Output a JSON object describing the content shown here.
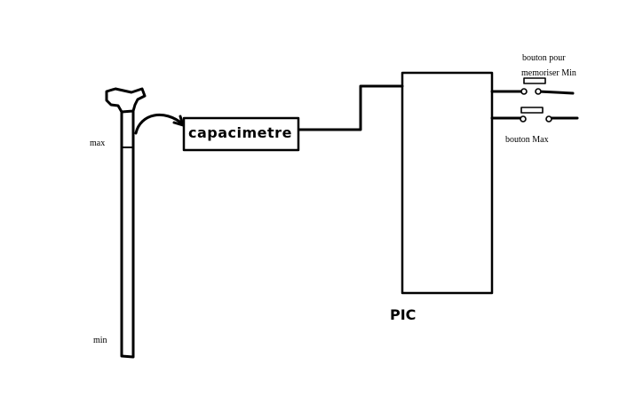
{
  "labels": {
    "capacimetre": "capacimetre",
    "pic": "PIC",
    "max": "max",
    "min": "min",
    "bouton_min_line1": "bouton pour",
    "bouton_min_line2": "memoriser Min",
    "bouton_max": "bouton Max"
  },
  "colors": {
    "ink": "#000000",
    "background": "#ffffff"
  }
}
